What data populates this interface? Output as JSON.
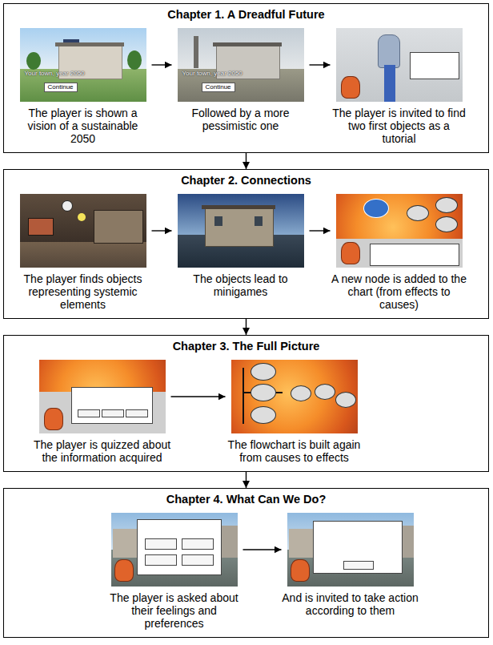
{
  "diagram": {
    "nodes": [
      {
        "text": [
          "Chapter 1. A Dreadful Future"
        ]
      },
      {
        "text": [
          "The player is shown a vision of a sustainable 2050"
        ],
        "in": 0
      },
      {
        "text": [
          "Followed by a more pessimistic one"
        ],
        "in": 0
      },
      {
        "text": [
          "The player is invited to find two first objects as a tutorial"
        ],
        "in": 0
      },
      {
        "text": [
          "Chapter 2. Connections"
        ]
      },
      {
        "text": [
          "The player finds objects representing systemic elements"
        ],
        "in": 4
      },
      {
        "text": [
          "The objects lead to minigames"
        ],
        "in": 4
      },
      {
        "text": [
          "A new node is added to the chart (from effects to causes)"
        ],
        "in": 4
      },
      {
        "text": [
          "Chapter 3. The Full Picture"
        ]
      },
      {
        "text": [
          "The player is quizzed about the information acquired"
        ],
        "in": 8
      },
      {
        "text": [
          "The flowchart is built again from causes to effects"
        ],
        "in": 8
      },
      {
        "text": [
          "Chapter 4. What Can We Do?"
        ]
      },
      {
        "text": [
          "The player is asked about their feelings and preferences"
        ],
        "in": 11
      },
      {
        "text": [
          "And is invited to take action according to them"
        ],
        "in": 11
      }
    ],
    "edges": [
      {
        "from": 1,
        "to": 2,
        "arrow": "to"
      },
      {
        "from": 2,
        "to": 3,
        "arrow": "to"
      },
      {
        "from": 0,
        "to": 4,
        "arrow": "to"
      },
      {
        "from": 5,
        "to": 6,
        "arrow": "to"
      },
      {
        "from": 6,
        "to": 7,
        "arrow": "to"
      },
      {
        "from": 4,
        "to": 8,
        "arrow": "to"
      },
      {
        "from": 9,
        "to": 10,
        "arrow": "to"
      },
      {
        "from": 8,
        "to": 11,
        "arrow": "to"
      },
      {
        "from": 12,
        "to": 13,
        "arrow": "to"
      }
    ],
    "labels": [
      "Your town, year 2050",
      "Continue",
      "Your town, year 2050",
      "Continue"
    ]
  }
}
